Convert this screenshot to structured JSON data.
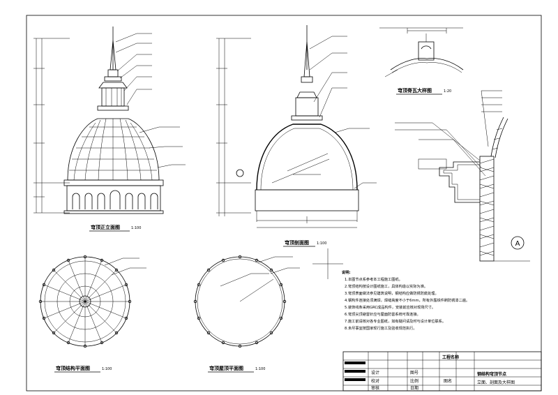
{
  "views": {
    "front_elevation": {
      "title": "穹顶正立面图",
      "scale": "1:100"
    },
    "section": {
      "title": "穹顶剖面图",
      "scale": "1:100"
    },
    "gutter_detail": {
      "title": "穹顶脊瓦大样图",
      "scale": "1:20"
    },
    "structure_plan": {
      "title": "穹顶结构平面图",
      "scale": "1:100"
    },
    "roof_plan": {
      "title": "穹顶屋顶平面图",
      "scale": "1:100"
    },
    "detail_a": {
      "marker": "A"
    }
  },
  "notes": {
    "heading": "说明:",
    "lines": [
      "1.本图节点系参考本工程施工图纸。",
      "2.穹顶结构按设计图纸施工，具体构造以实际为准。",
      "3.穹顶表面做法参见建筑说明，钢结构应做防锈防腐处理。",
      "4.钢构件连接处须满焊，焊缝高度不小于6mm，所有外露铁件刷防锈漆二遍。",
      "5.装饰线条采用GRC成品构件，安装前应核对现场尺寸。",
      "6.穹顶尖顶避雷针应与屋面防雷系统可靠连接。",
      "7.施工前请核对各专业图纸，如有疑问请及时与设计单位联系。",
      "8.未尽事宜按国家现行施工及验收规范执行。"
    ]
  },
  "title_block": {
    "project_label": "工程名称",
    "drawing_label": "图名",
    "drawing_name_1": "钢结构穹顶节点",
    "drawing_name_2": "立面、剖面及大样图",
    "row_labels": [
      "设计",
      "校对",
      "审核"
    ],
    "row_labels_2": [
      "图号",
      "比例",
      "日期"
    ]
  }
}
